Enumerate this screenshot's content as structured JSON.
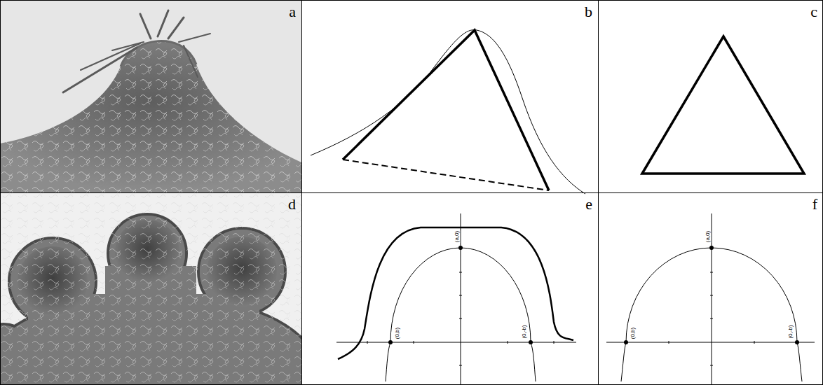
{
  "diagram": {
    "labels": [
      "a",
      "b",
      "c",
      "d",
      "e",
      "(a,0)",
      "(0,b)",
      "(0,-b)",
      "f",
      "(a,0)",
      "(0,b)",
      "(0,-b)"
    ]
  }
}
